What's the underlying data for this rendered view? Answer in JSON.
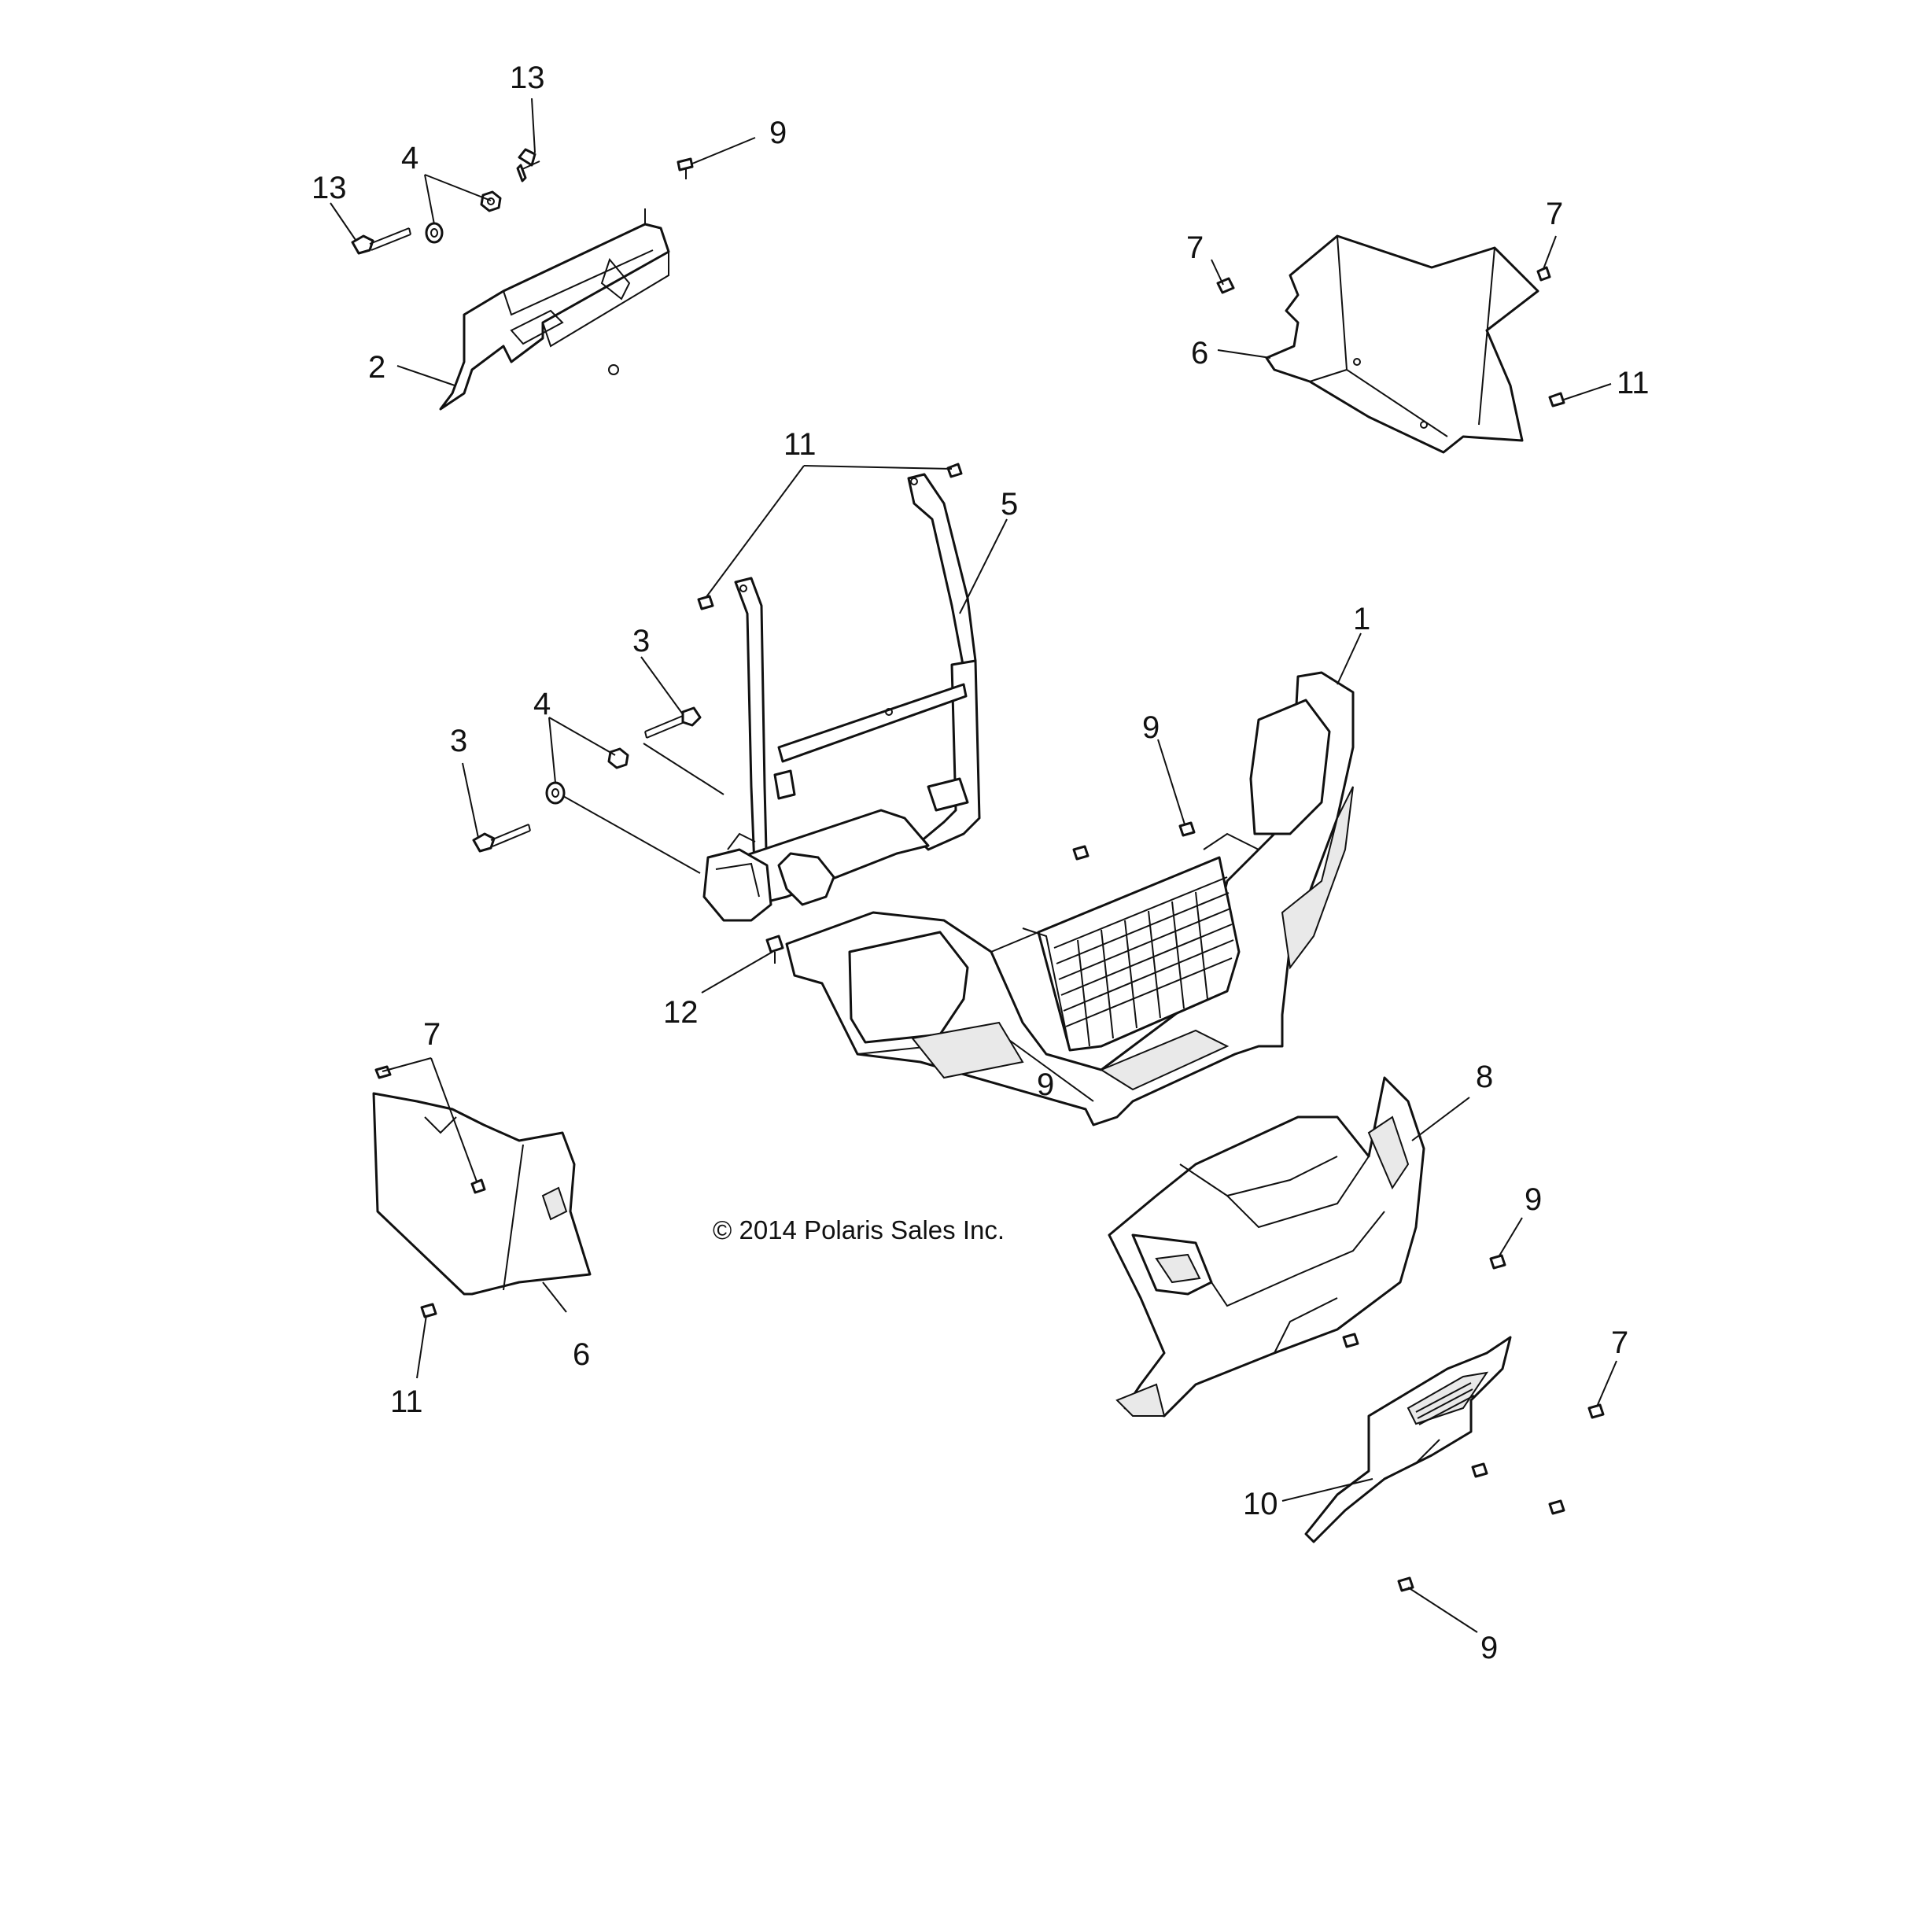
{
  "copyright": "© 2014 Polaris Sales Inc.",
  "callouts": [
    {
      "id": "c13a",
      "text": "13"
    },
    {
      "id": "c9a",
      "text": "9"
    },
    {
      "id": "c13b",
      "text": "13"
    },
    {
      "id": "c4a",
      "text": "4"
    },
    {
      "id": "c2",
      "text": "2"
    },
    {
      "id": "c7a",
      "text": "7"
    },
    {
      "id": "c7b",
      "text": "7"
    },
    {
      "id": "c6a",
      "text": "6"
    },
    {
      "id": "c11a",
      "text": "11"
    },
    {
      "id": "c11b",
      "text": "11"
    },
    {
      "id": "c5",
      "text": "5"
    },
    {
      "id": "c1",
      "text": "1"
    },
    {
      "id": "c3a",
      "text": "3"
    },
    {
      "id": "c4b",
      "text": "4"
    },
    {
      "id": "c3b",
      "text": "3"
    },
    {
      "id": "c9b",
      "text": "9"
    },
    {
      "id": "c12",
      "text": "12"
    },
    {
      "id": "c9c",
      "text": "9"
    },
    {
      "id": "c7c",
      "text": "7"
    },
    {
      "id": "c8",
      "text": "8"
    },
    {
      "id": "c9d",
      "text": "9"
    },
    {
      "id": "c6b",
      "text": "6"
    },
    {
      "id": "c11c",
      "text": "11"
    },
    {
      "id": "c7d",
      "text": "7"
    },
    {
      "id": "c10",
      "text": "10"
    },
    {
      "id": "c9e",
      "text": "9"
    }
  ]
}
